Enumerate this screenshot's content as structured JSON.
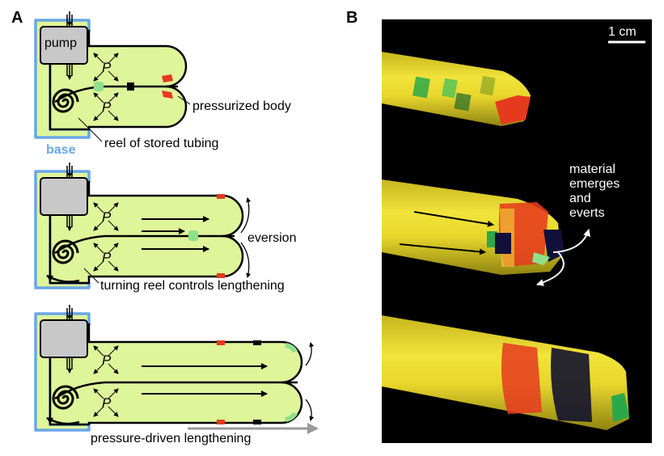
{
  "panel_a": {
    "letter": "A",
    "pump_label": "pump",
    "pressure_symbol": "P",
    "base_label": "base",
    "callout_pressurized": "pressurized body",
    "callout_reel": "reel of stored tubing",
    "callout_eversion": "eversion",
    "callout_turning_reel": "turning reel controls lengthening",
    "callout_pressure_driven": "pressure-driven lengthening"
  },
  "panel_b": {
    "letter": "B",
    "scale_bar_label": "1 cm",
    "annotation_lines": [
      "material",
      "emerges",
      "and",
      "everts"
    ]
  },
  "colors": {
    "body_fill": "#dff59a",
    "base_outline": "#6aa6e8",
    "pump_fill": "#c8c8c8",
    "marker_red": "#e53a1e",
    "marker_green": "#8fe08a",
    "photo_background": "#000000"
  }
}
